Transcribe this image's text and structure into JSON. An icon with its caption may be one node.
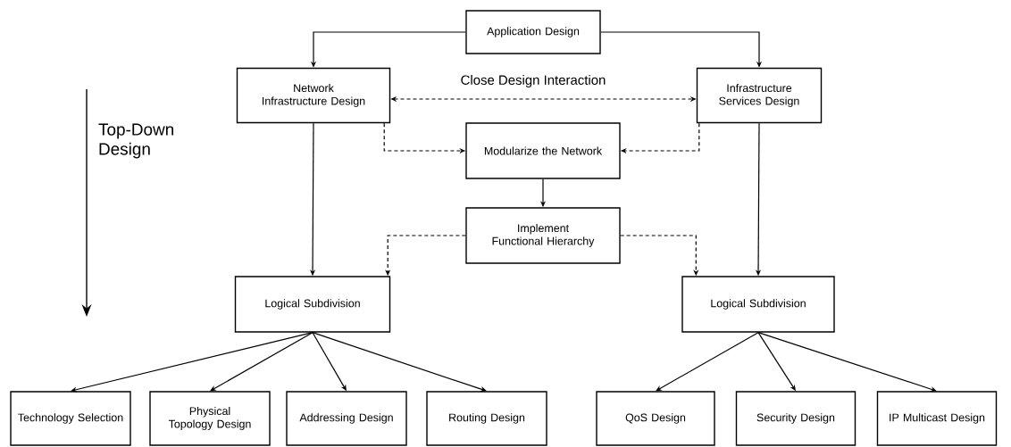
{
  "diagram": {
    "nodes": [
      {
        "text": [
          "Application Design"
        ]
      },
      {
        "text": [
          "Network Infrastructure Design"
        ]
      },
      {
        "text": [
          "Infrastructure Services Design"
        ]
      },
      {
        "text": [
          "Modularize the Network"
        ]
      },
      {
        "text": [
          "Implement Functional Hierarchy"
        ]
      },
      {
        "text": [
          "Logical Subdivision"
        ]
      },
      {
        "text": [
          "Logical Subdivision"
        ]
      },
      {
        "text": [
          "Technology Selection"
        ]
      },
      {
        "text": [
          "Physical Topology Design"
        ]
      },
      {
        "text": [
          "Addressing Design"
        ]
      },
      {
        "text": [
          "Routing Design"
        ]
      },
      {
        "text": [
          "QoS Design"
        ]
      },
      {
        "text": [
          "Security Design"
        ]
      },
      {
        "text": [
          "IP Multicast Design"
        ]
      }
    ],
    "edges": [
      {
        "from": 0,
        "to": 1,
        "arrow": "to"
      },
      {
        "from": 0,
        "to": 2,
        "arrow": "to"
      },
      {
        "from": 1,
        "to": 2,
        "arrow": "both",
        "style": "dashed",
        "label": "Close Design Interaction"
      },
      {
        "from": 1,
        "to": 3,
        "arrow": "to",
        "style": "dashed"
      },
      {
        "from": 2,
        "to": 3,
        "arrow": "to",
        "style": "dashed"
      },
      {
        "from": 3,
        "to": 4,
        "arrow": "to"
      },
      {
        "from": 1,
        "to": 5,
        "arrow": "to"
      },
      {
        "from": 2,
        "to": 6,
        "arrow": "to"
      },
      {
        "from": 4,
        "to": 5,
        "arrow": "to",
        "style": "dashed"
      },
      {
        "from": 4,
        "to": 6,
        "arrow": "to",
        "style": "dashed"
      },
      {
        "from": 5,
        "to": 7,
        "arrow": "to"
      },
      {
        "from": 5,
        "to": 8,
        "arrow": "to"
      },
      {
        "from": 5,
        "to": 9,
        "arrow": "to"
      },
      {
        "from": 5,
        "to": 10,
        "arrow": "to"
      },
      {
        "from": 6,
        "to": 11,
        "arrow": "to"
      },
      {
        "from": 6,
        "to": 12,
        "arrow": "to"
      },
      {
        "from": 6,
        "to": 13,
        "arrow": "to"
      }
    ],
    "labels": [
      "Top-Down Design"
    ]
  }
}
